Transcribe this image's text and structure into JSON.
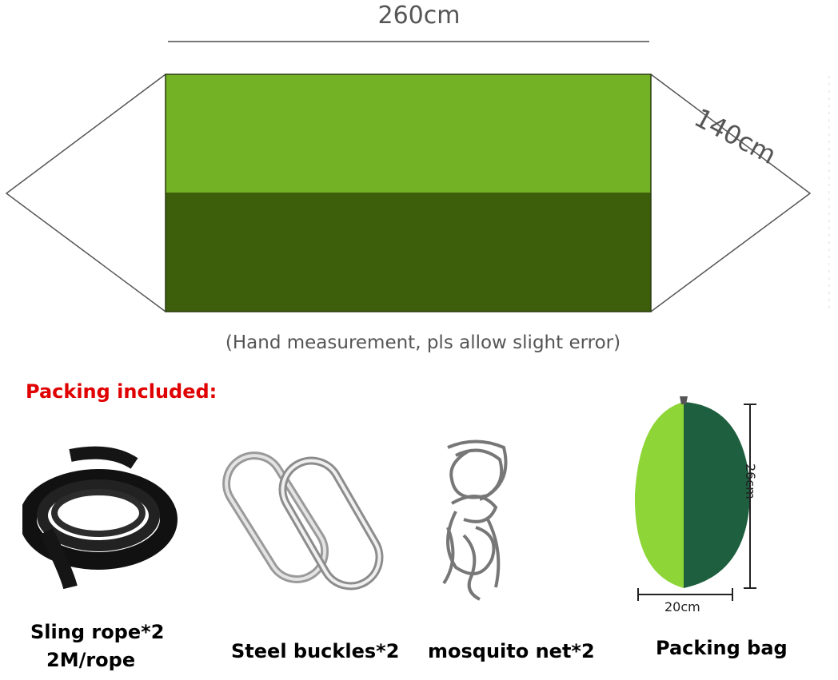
{
  "dimensions": {
    "length": "260cm",
    "width": "140cm",
    "note": "(Hand measurement, pls allow slight error)"
  },
  "packing": {
    "title": "Packing included:",
    "items": [
      {
        "line1": "Sling rope*2",
        "line2": "2M/rope",
        "icon": "strap-icon"
      },
      {
        "line1": "Steel buckles*2",
        "icon": "carabiner-icon"
      },
      {
        "line1": "mosquito net*2",
        "icon": "rope-bundle-icon"
      },
      {
        "line1": "Packing bag",
        "icon": "stuff-sack-icon"
      }
    ],
    "bag_dims": {
      "height": "26cm",
      "width": "20cm"
    }
  },
  "colors": {
    "hammock_light": "#73b224",
    "hammock_dark": "#3d5e0a",
    "title_red": "#e00000",
    "bag_light": "#8ed637",
    "bag_dark": "#1d5f3f"
  }
}
